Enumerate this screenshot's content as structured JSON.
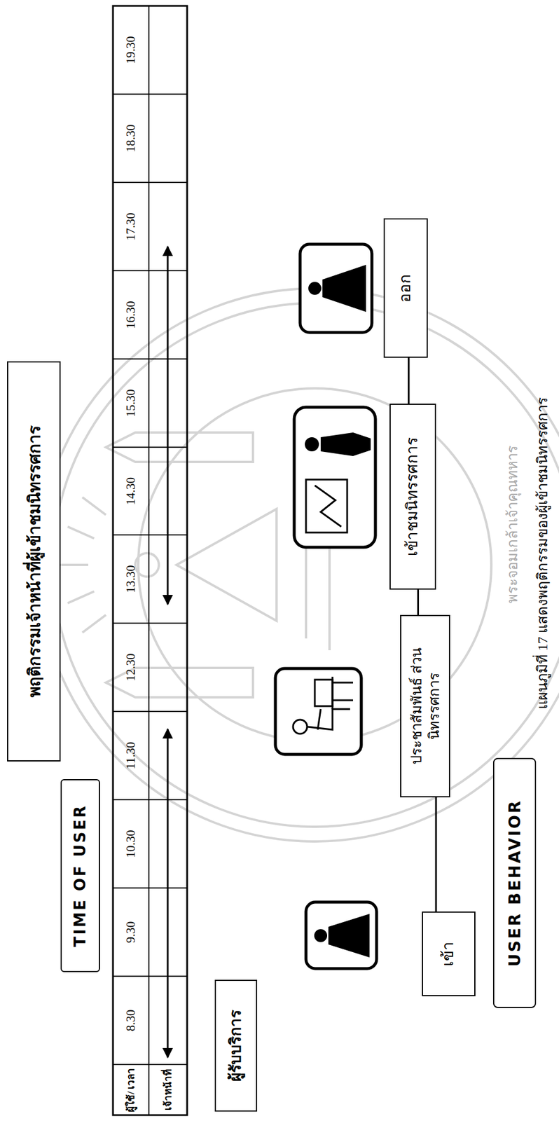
{
  "diagram": {
    "title": "พฤติกรรมเจ้าหน้าที่ผู้เข้าชมนิทรรศการ",
    "caption": "แผนภูมิที่ 17 แสดงพฤติกรรมของผู้เข้าชมนิทรรศการ",
    "nodes": [
      {
        "text": [
          "เข้า"
        ]
      },
      {
        "text": [
          "ประชาสัมพันธ์ ส่วนนิทรรศการ"
        ]
      },
      {
        "text": [
          "เข้าชมนิทรรศการ"
        ]
      },
      {
        "text": [
          "ออก"
        ]
      }
    ],
    "edges": [
      {
        "from": 0,
        "to": 1,
        "arrow": "none"
      },
      {
        "from": 1,
        "to": 2,
        "arrow": "none"
      },
      {
        "from": 2,
        "to": 3,
        "arrow": "none"
      }
    ],
    "labels": [
      "TIME OF USER",
      "ผู้ใช้/ เวลา",
      "8.30",
      "9.30",
      "10.30",
      "11.30",
      "12.30",
      "13.30",
      "14.30",
      "15.30",
      "16.30",
      "17.30",
      "18.30",
      "19.30",
      "เจ้าหน้าที่",
      "ผู้รับบริการ",
      "USER BEHAVIOR",
      "พระจอมเกล้าเจ้าคุณทหาร"
    ]
  }
}
